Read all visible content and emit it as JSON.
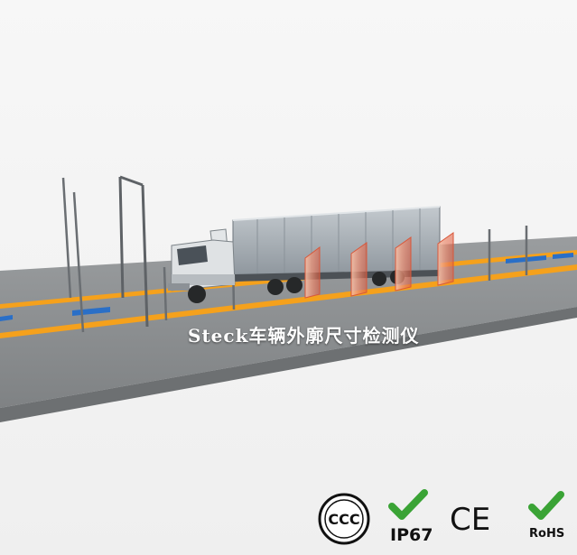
{
  "caption": "Steck车辆外廓尺寸检测仪",
  "certifications": [
    {
      "name": "ccc-mark",
      "label": ""
    },
    {
      "name": "ip67-mark",
      "label": "IP67"
    },
    {
      "name": "ce-mark",
      "label": "CE"
    },
    {
      "name": "rohs-mark",
      "label": "RoHS"
    }
  ],
  "colors": {
    "road": "#8f9294",
    "lane_line": "#f5a11c",
    "marker": "#2a6fc7",
    "check": "#3aa335",
    "truck_box": "#aeb6bd"
  }
}
